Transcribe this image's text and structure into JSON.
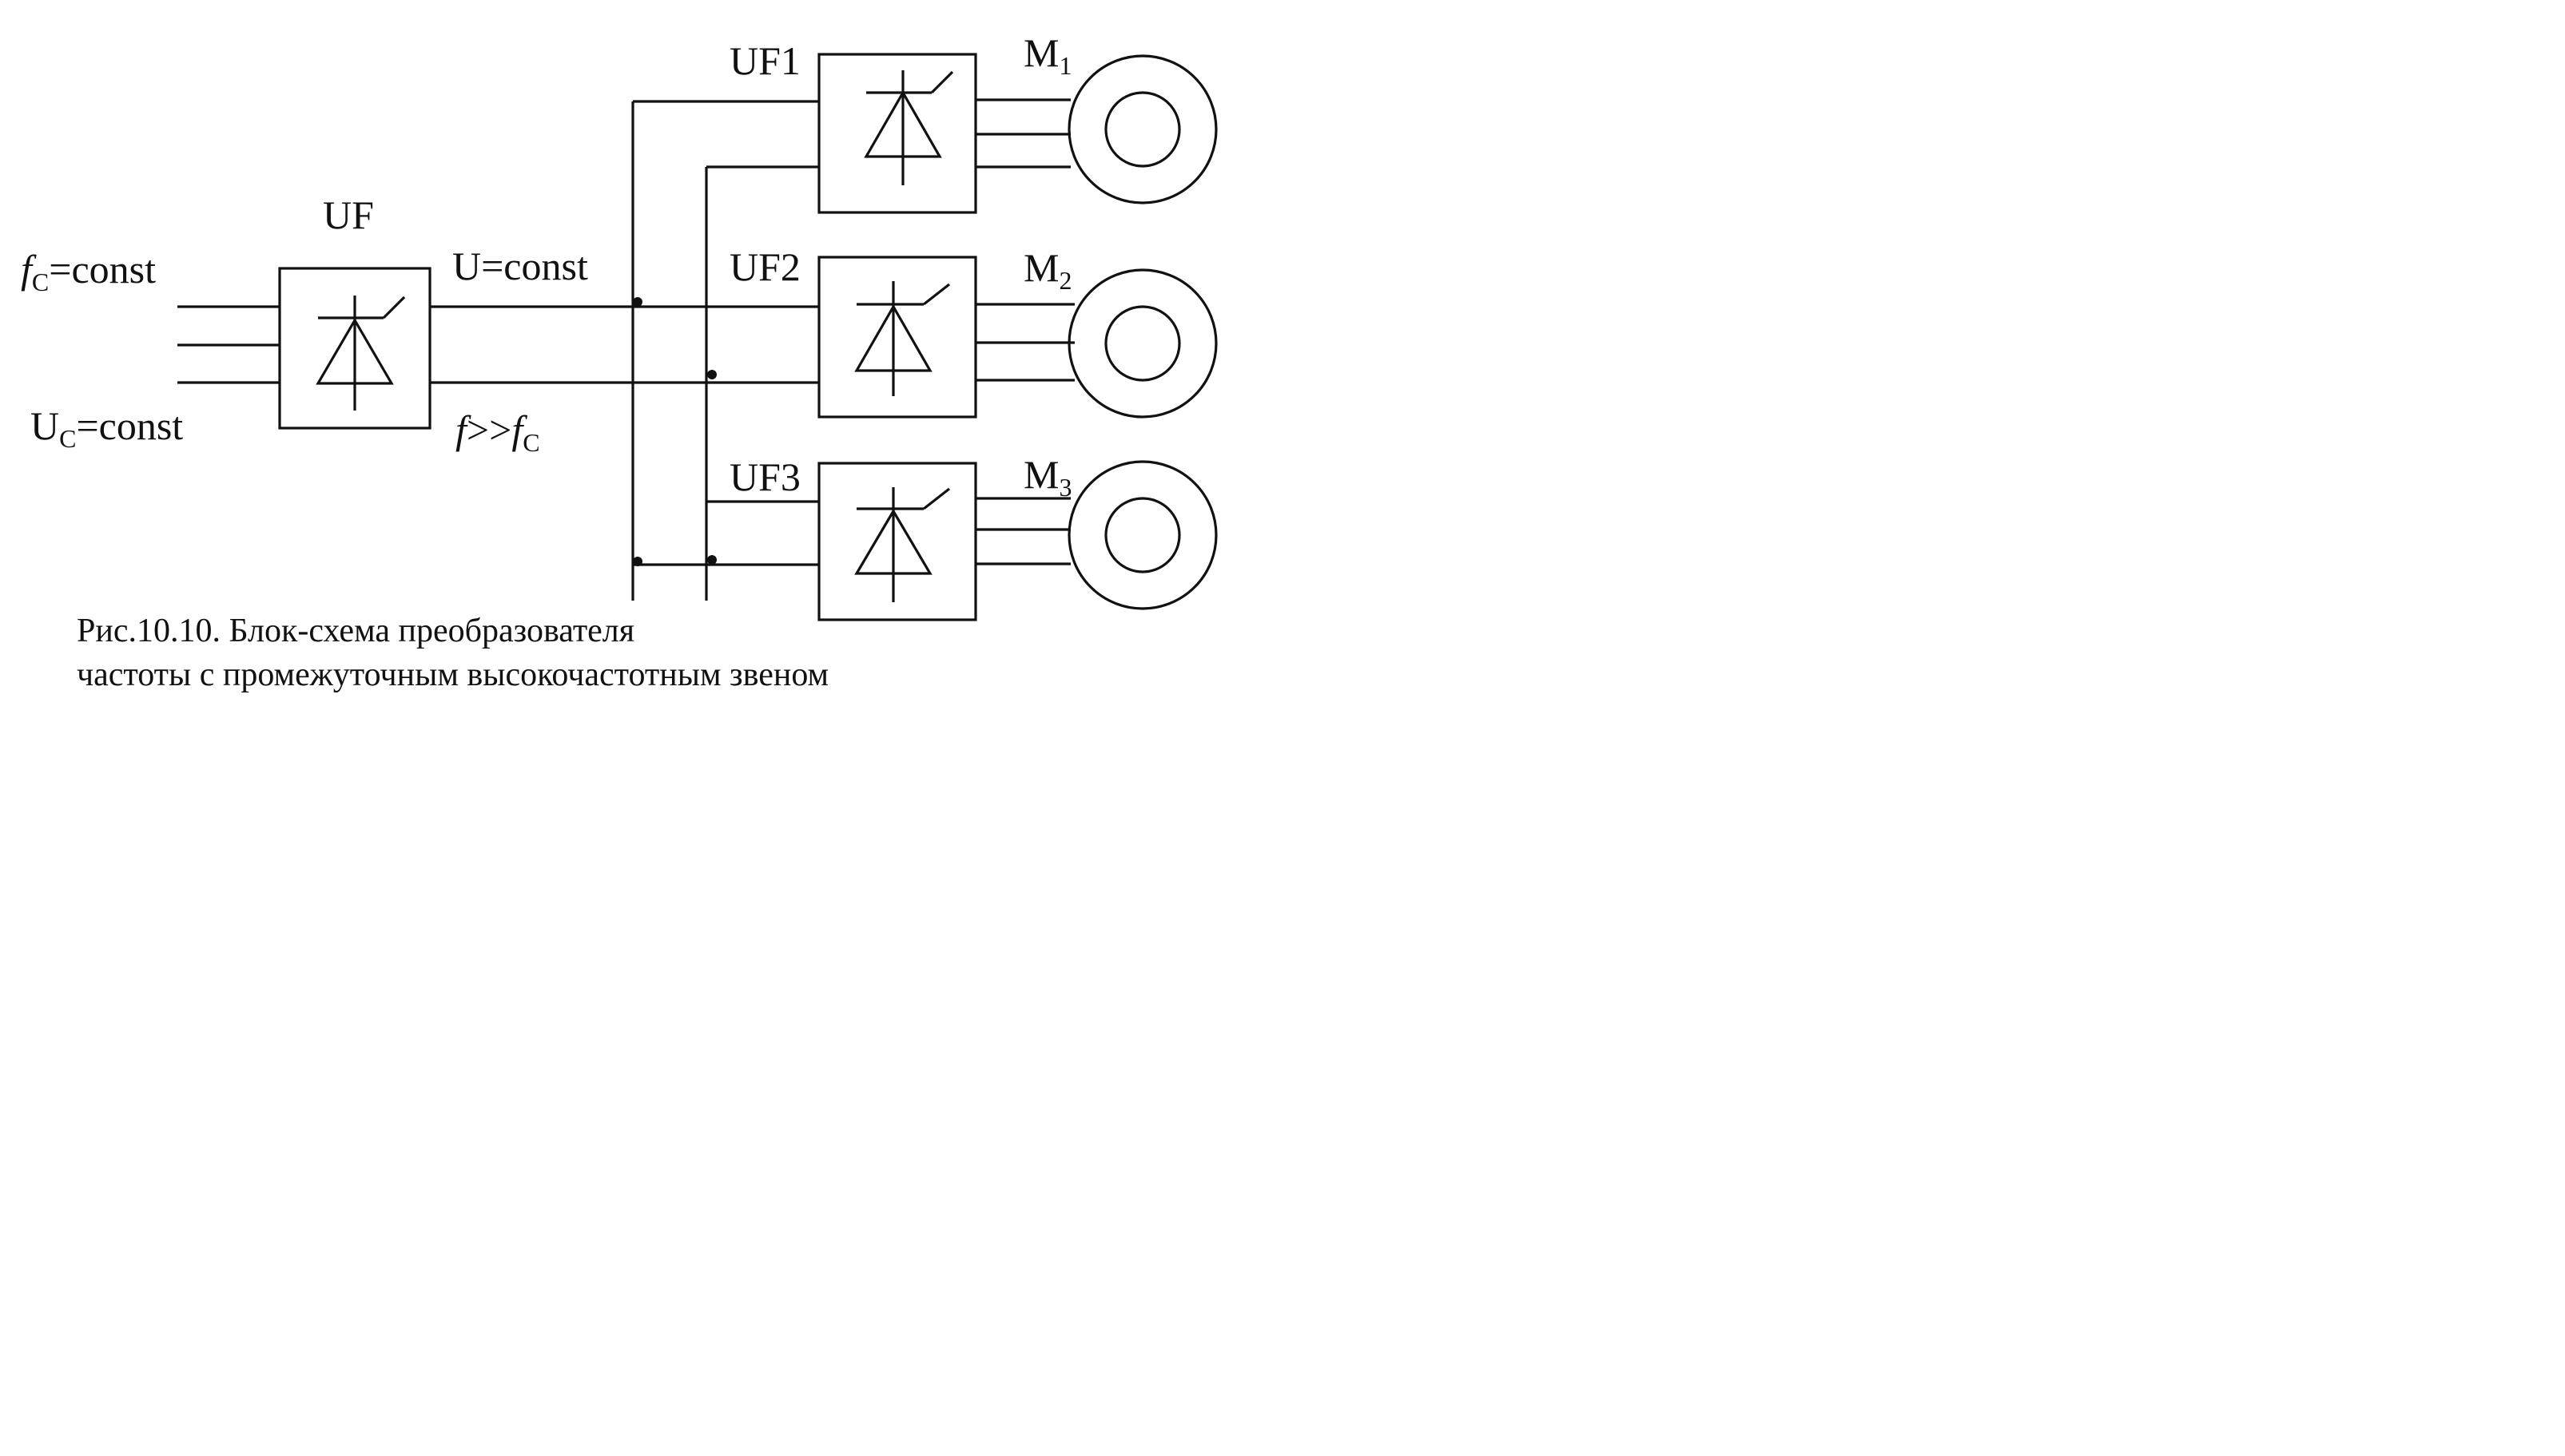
{
  "labels": {
    "input_freq_sym": "f",
    "input_freq_sub": "C",
    "input_freq_rest": "=const",
    "input_volt_sym": "U",
    "input_volt_sub": "C",
    "input_volt_rest": "=const",
    "main_converter": "UF",
    "dc_link": "U=const",
    "high_freq_sym": "f",
    "high_freq_mid": ">>",
    "high_freq_sym2": "f",
    "high_freq_sub": "C"
  },
  "converters": [
    {
      "name": "UF1"
    },
    {
      "name": "UF2"
    },
    {
      "name": "UF3"
    }
  ],
  "motors": [
    {
      "letter": "M",
      "index": "1"
    },
    {
      "letter": "M",
      "index": "2"
    },
    {
      "letter": "M",
      "index": "3"
    }
  ],
  "caption": {
    "line1": "Рис.10.10. Блок-схема преобразователя",
    "line2": "частоты с промежуточным высокочастотным звеном"
  }
}
